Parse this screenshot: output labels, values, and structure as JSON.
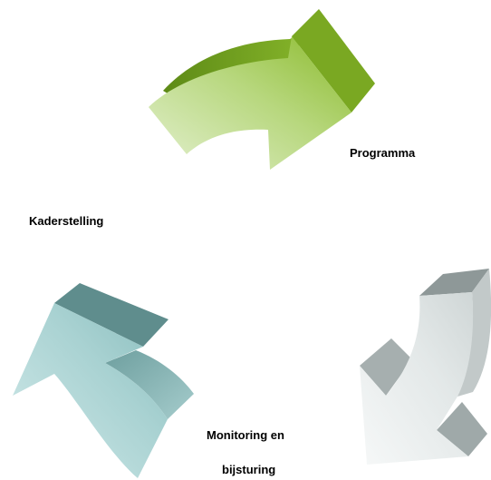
{
  "cycle": {
    "steps": [
      {
        "label": "Programma",
        "color": "#8db63a"
      },
      {
        "label": "Monitoring en",
        "label_line2": "bijsturing",
        "color": "#c9d1d1"
      },
      {
        "label": "Kaderstelling",
        "color": "#8fc4c4"
      }
    ],
    "colors": {
      "green_dark": "#6e9a1e",
      "green_light": "#d7eac0",
      "gray_dark": "#7f8a8a",
      "gray_light": "#f2f4f4",
      "teal_dark": "#5e8c8c",
      "teal_light": "#c3e1e1"
    }
  }
}
